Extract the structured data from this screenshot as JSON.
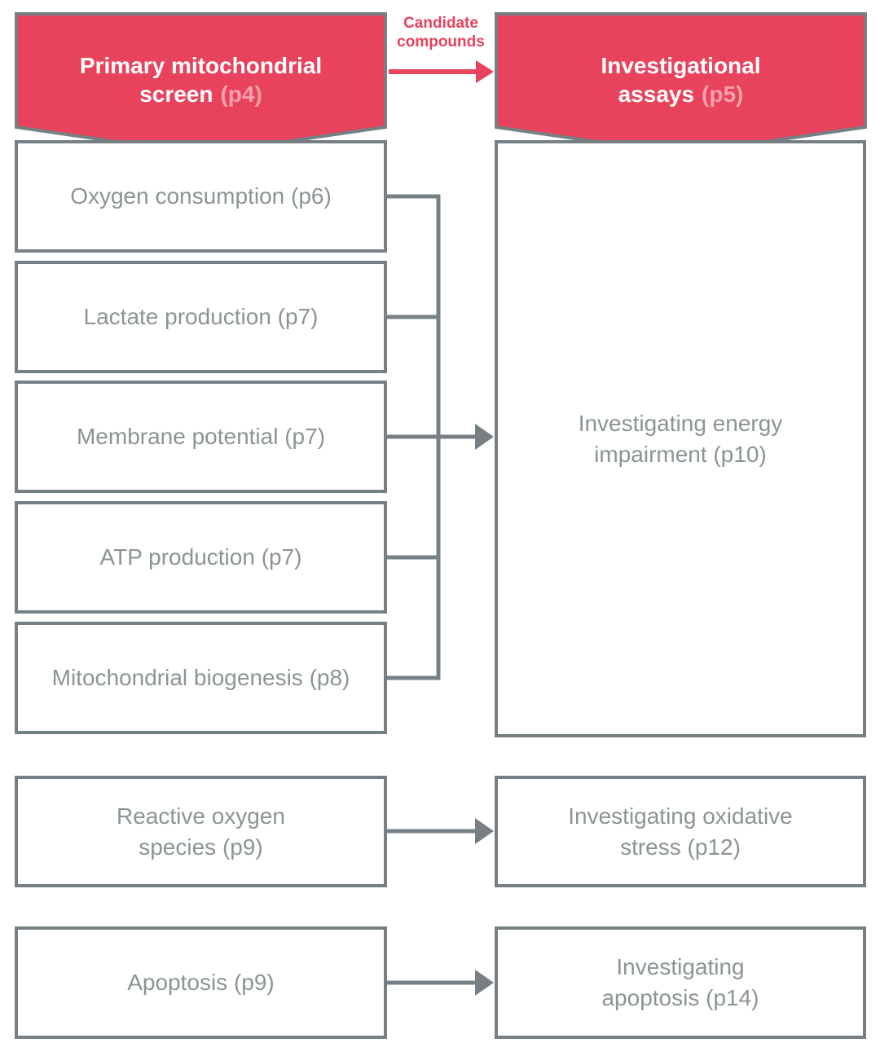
{
  "palette": {
    "red": "#e8425c",
    "pink": "#f5a0aa",
    "border_gray": "#768084",
    "text_gray": "#8b9496",
    "background": "#ffffff"
  },
  "header": {
    "left_banner": {
      "lines": [
        "Primary mitochondrial",
        "screen"
      ],
      "page_ref": "(p4)"
    },
    "right_banner": {
      "lines": [
        "Investigational",
        "assays"
      ],
      "page_ref": "(p5)"
    },
    "arrow_label": {
      "lines": [
        "Candidate",
        "compounds"
      ]
    }
  },
  "left_column": {
    "boxes": [
      {
        "lines": [
          "Oxygen consumption (p6)"
        ]
      },
      {
        "lines": [
          "Lactate production (p7)"
        ]
      },
      {
        "lines": [
          "Membrane potential (p7)"
        ]
      },
      {
        "lines": [
          "ATP production (p7)"
        ]
      },
      {
        "lines": [
          "Mitochondrial biogenesis (p8)"
        ]
      },
      {
        "lines": [
          "Reactive oxygen",
          "species (p9)"
        ]
      },
      {
        "lines": [
          "Apoptosis (p9)"
        ]
      }
    ]
  },
  "right_column": {
    "boxes": [
      {
        "lines": [
          "Investigating energy",
          "impairment (p10)"
        ]
      },
      {
        "lines": [
          "Investigating oxidative",
          "stress (p12)"
        ]
      },
      {
        "lines": [
          "Investigating",
          "apoptosis (p14)"
        ]
      }
    ]
  }
}
